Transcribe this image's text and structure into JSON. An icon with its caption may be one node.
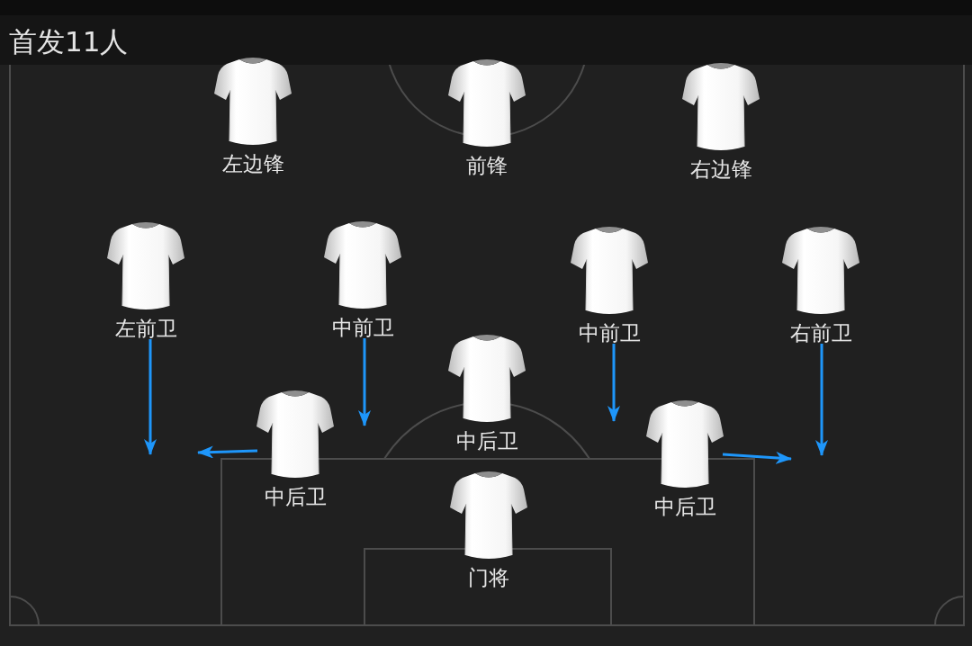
{
  "diagram": {
    "title": "首发11人",
    "nodes": [
      {
        "text": [
          "左边锋"
        ]
      },
      {
        "text": [
          "前锋"
        ]
      },
      {
        "text": [
          "右边锋"
        ]
      },
      {
        "text": [
          "左前卫"
        ]
      },
      {
        "text": [
          "中前卫"
        ]
      },
      {
        "text": [
          "中前卫"
        ]
      },
      {
        "text": [
          "右前卫"
        ]
      },
      {
        "text": [
          "中后卫"
        ]
      },
      {
        "text": [
          "中后卫"
        ]
      },
      {
        "text": [
          "中后卫"
        ]
      },
      {
        "text": [
          "门将"
        ]
      }
    ],
    "edges": [
      {
        "from": 3,
        "to": null,
        "arrow": "to"
      },
      {
        "from": 4,
        "to": null,
        "arrow": "to"
      },
      {
        "from": 5,
        "to": null,
        "arrow": "to"
      },
      {
        "from": 6,
        "to": null,
        "arrow": "to"
      },
      {
        "from": 8,
        "to": null,
        "arrow": "to"
      },
      {
        "from": 9,
        "to": null,
        "arrow": "to"
      }
    ]
  }
}
